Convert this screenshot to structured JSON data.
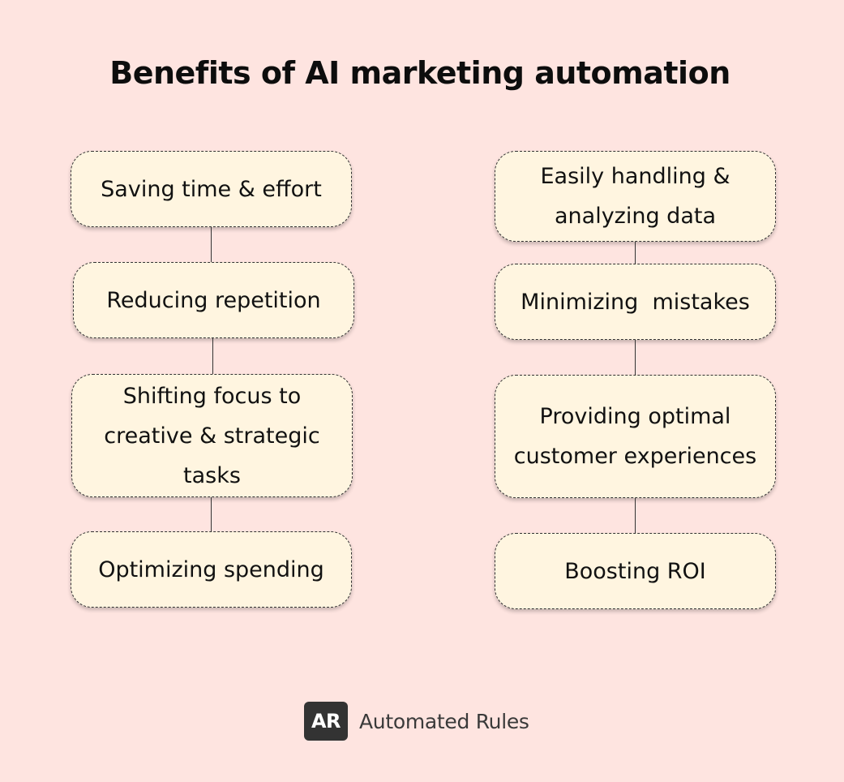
{
  "title": "Benefits of AI marketing automation",
  "left_column": [
    {
      "label": "Saving time & effort"
    },
    {
      "label": "Reducing repetition"
    },
    {
      "label": "Shifting focus to creative & strategic tasks"
    },
    {
      "label": "Optimizing spending"
    }
  ],
  "right_column": [
    {
      "label": "Easily handling & analyzing data"
    },
    {
      "label": "Minimizing  mistakes"
    },
    {
      "label": "Providing optimal customer experiences"
    },
    {
      "label": "Boosting ROI"
    }
  ],
  "brand": {
    "logo_text": "AR",
    "name": "Automated Rules"
  }
}
